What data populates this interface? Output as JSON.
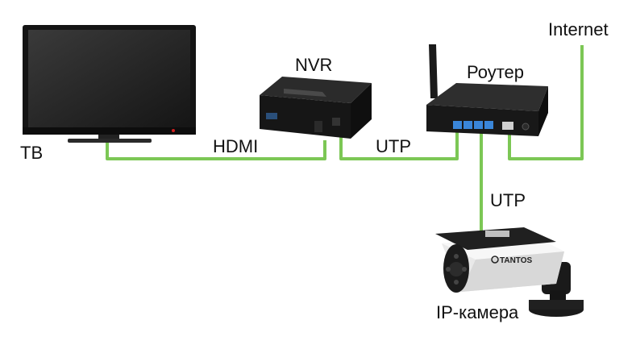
{
  "labels": {
    "tv": "ТВ",
    "hdmi": "HDMI",
    "nvr": "NVR",
    "utp_nvr_router": "UTP",
    "router": "Роутер",
    "internet": "Internet",
    "utp_camera": "UTP",
    "camera": "IP-камера"
  },
  "camera_brand": "TANTOS",
  "colors": {
    "cable": "#7cc755",
    "device_dark": "#1c1c1c",
    "camera_body": "#e9e9e9",
    "port_blue": "#3a86d9",
    "tv_led": "#d21f1f"
  },
  "icons": [
    "tv-icon",
    "nvr-icon",
    "router-icon",
    "ip-camera-icon"
  ]
}
